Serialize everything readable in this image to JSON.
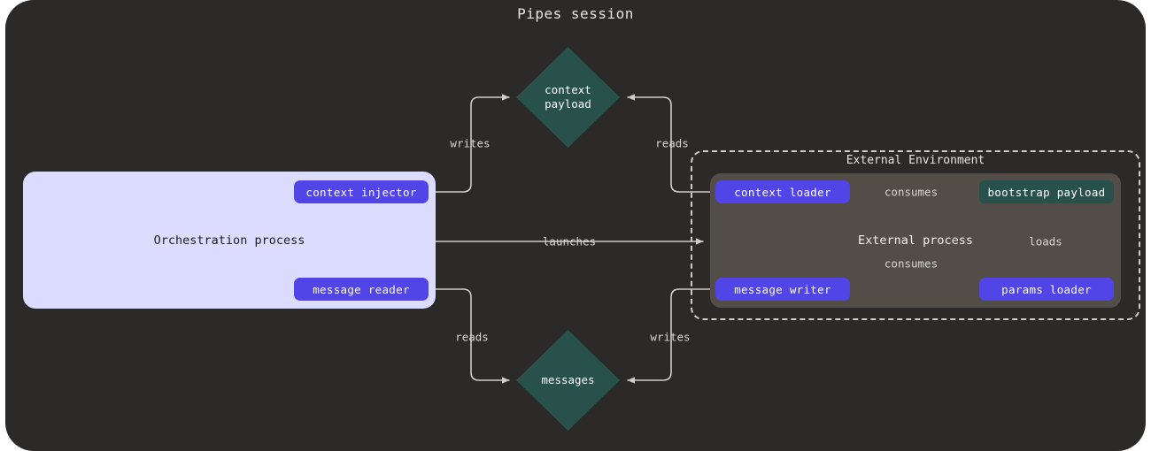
{
  "title": "Pipes session",
  "colors": {
    "canvas_bg": "#2b2a28",
    "orchestration_bg": "#dcdcfe",
    "pill_purple": "#5145e8",
    "teal": "#27514a",
    "external_process_bg": "#524d47",
    "edge_stroke": "#cfcdc9",
    "dashed_border": "#cfcdc9"
  },
  "orchestration": {
    "label": "Orchestration process",
    "pills": [
      {
        "id": "context-injector",
        "label": "context injector"
      },
      {
        "id": "message-reader",
        "label": "message reader"
      }
    ]
  },
  "external_environment": {
    "title": "External Environment",
    "process_label": "External process",
    "pills": [
      {
        "id": "context-loader",
        "label": "context loader"
      },
      {
        "id": "message-writer",
        "label": "message writer"
      },
      {
        "id": "params-loader",
        "label": "params loader"
      }
    ],
    "boxes": [
      {
        "id": "bootstrap-payload",
        "label": "bootstrap payload"
      }
    ]
  },
  "stores": [
    {
      "id": "context-payload",
      "line1": "context",
      "line2": "payload"
    },
    {
      "id": "messages",
      "line1": "messages",
      "line2": ""
    }
  ],
  "edges": [
    {
      "id": "writes-context",
      "label": "writes",
      "from": "context-injector",
      "to": "context-payload"
    },
    {
      "id": "reads-context",
      "label": "reads",
      "from": "context-loader",
      "to": "context-payload"
    },
    {
      "id": "launches",
      "label": "launches",
      "from": "orchestration-process",
      "to": "external-process"
    },
    {
      "id": "reads-messages",
      "label": "reads",
      "from": "message-reader",
      "to": "messages"
    },
    {
      "id": "writes-messages",
      "label": "writes",
      "from": "message-writer",
      "to": "messages"
    },
    {
      "id": "consumes-context-loader",
      "label": "consumes",
      "from": "context-loader",
      "to": "bootstrap-payload"
    },
    {
      "id": "consumes-message-writer",
      "label": "consumes",
      "from": "message-writer",
      "to": "bootstrap-payload"
    },
    {
      "id": "loads-params",
      "label": "loads",
      "from": "params-loader",
      "to": "bootstrap-payload"
    }
  ]
}
